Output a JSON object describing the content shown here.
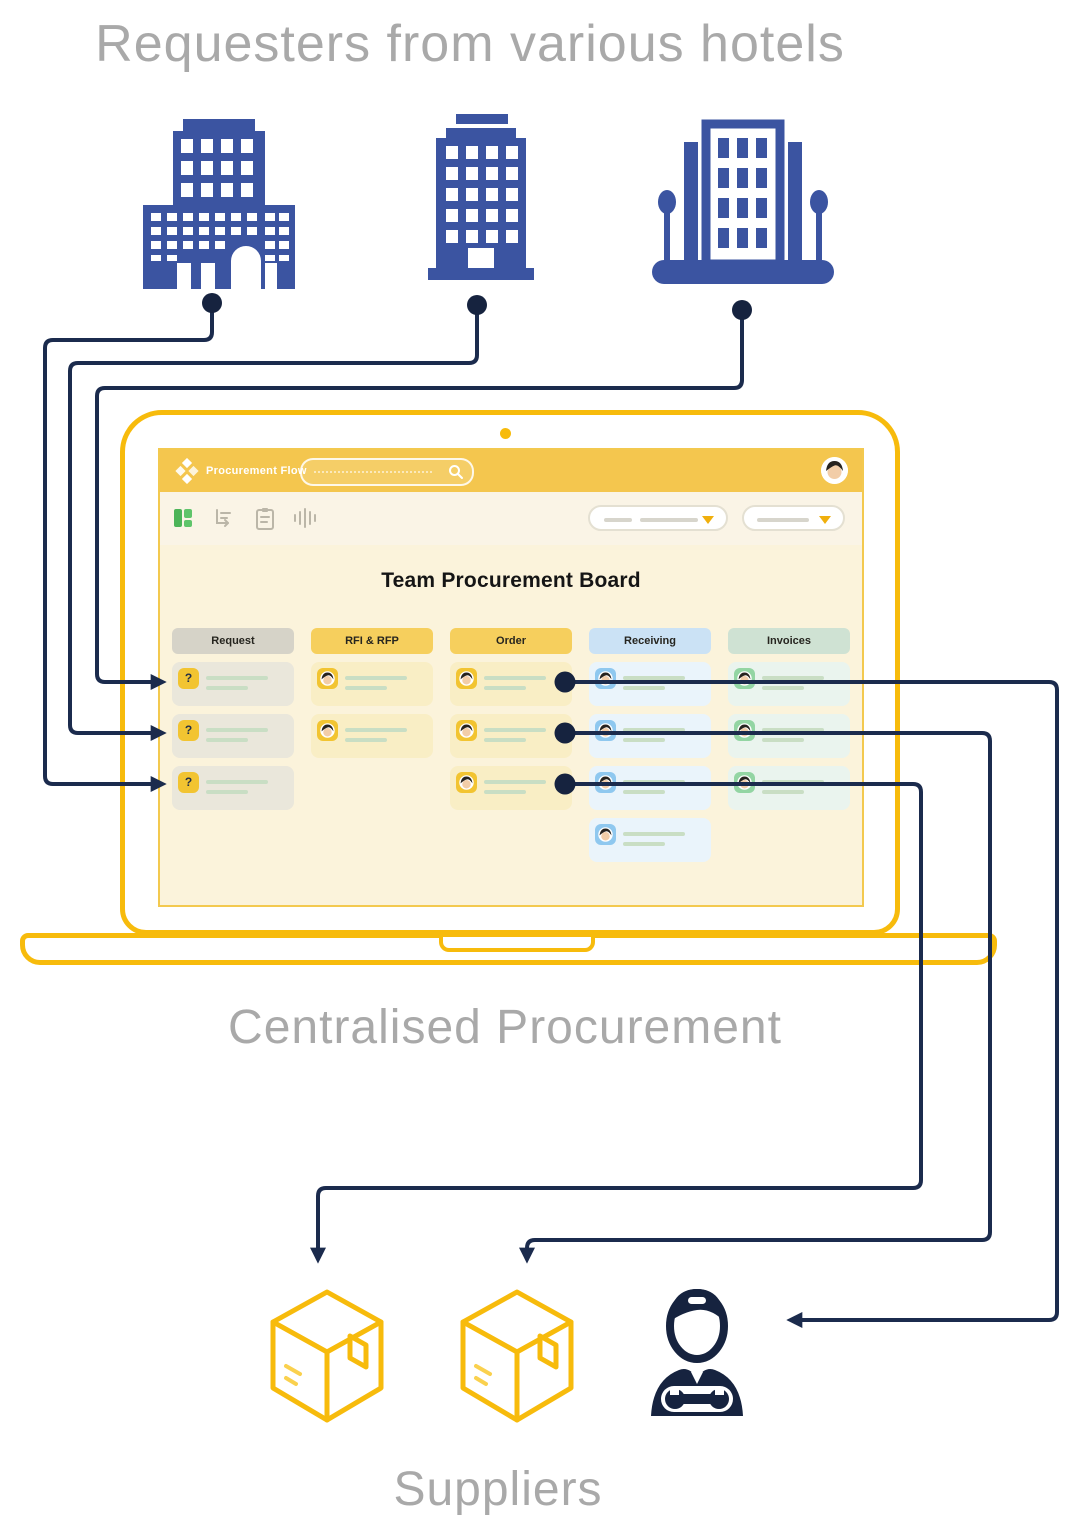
{
  "titles": {
    "top": "Requesters from various hotels",
    "center": "Centralised Procurement",
    "bottom": "Suppliers"
  },
  "app": {
    "brand": "Procurement Flow",
    "header": {
      "search_placeholder": "",
      "avatar": "user-avatar"
    },
    "toolbar": {
      "icons": [
        "kanban-board",
        "tree-view",
        "clipboard-checklist",
        "audio-waveform"
      ],
      "filters": [
        {
          "style": "two-bar-dropdown"
        },
        {
          "style": "one-bar-dropdown"
        }
      ]
    },
    "board": {
      "title": "Team Procurement Board",
      "question_mark": "?",
      "columns": [
        {
          "id": "request",
          "label": "Request",
          "header_bg": "#D6D3C8",
          "card_bg": "#EAE7DB",
          "badge_bg": "#F2C431",
          "badge": "question",
          "cards": 3
        },
        {
          "id": "rfi-rfp",
          "label": "RFI & RFP",
          "header_bg": "#F6CF5D",
          "card_bg": "#F9EEC5",
          "badge_bg": "#F2C431",
          "badge": "avatar",
          "cards": 2
        },
        {
          "id": "order",
          "label": "Order",
          "header_bg": "#F6CF5D",
          "card_bg": "#F9EEC5",
          "badge_bg": "#F2C431",
          "badge": "avatar",
          "cards": 3
        },
        {
          "id": "receiving",
          "label": "Receiving",
          "header_bg": "#CBE2F5",
          "card_bg": "#EAF4FB",
          "badge_bg": "#8FC8EF",
          "badge": "avatar",
          "cards": 4
        },
        {
          "id": "invoices",
          "label": "Invoices",
          "header_bg": "#CFE2D3",
          "card_bg": "#EAF4EE",
          "badge_bg": "#93D5A3",
          "badge": "avatar",
          "cards": 3
        }
      ]
    }
  },
  "diagram": {
    "requesters": [
      "hotel-building-1",
      "hotel-building-2",
      "hotel-building-3"
    ],
    "flows_in": [
      "building-1-to-request-card-3",
      "building-2-to-request-card-2",
      "building-3-to-request-card-1"
    ],
    "flows_out": [
      "order-card-1-to-delivery-person",
      "order-card-2-to-package-2",
      "order-card-3-to-package-1"
    ],
    "suppliers": [
      "package-box-1",
      "package-box-2",
      "delivery-person"
    ]
  },
  "colors": {
    "navy_line": "#1B2B4D",
    "dot_navy": "#16233F",
    "building_blue": "#3B54A1",
    "laptop_yellow": "#F7BB0C",
    "header_yellow": "#F4C64E",
    "board_cream": "#FBF3DB",
    "muted_caption": "#A9A9A9",
    "placeholder_green": "#C9DEC4"
  }
}
